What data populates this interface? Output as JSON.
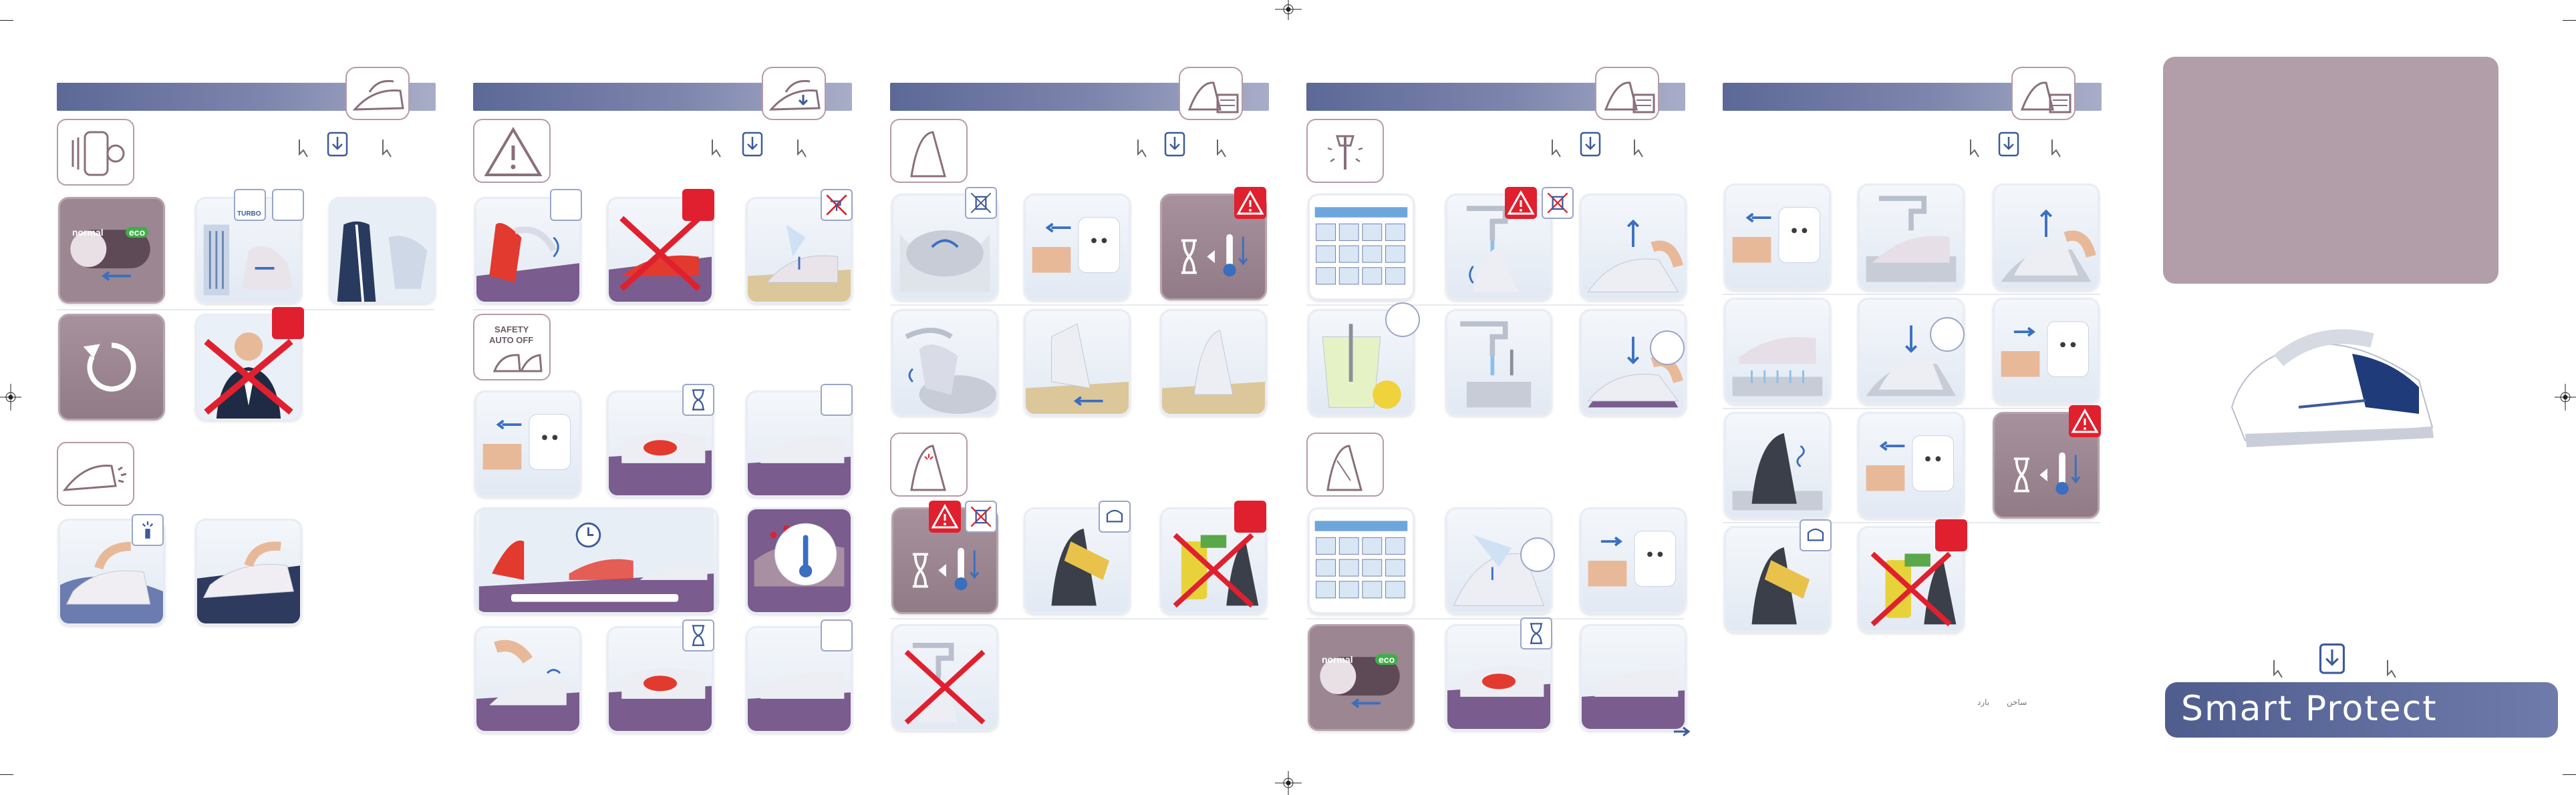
{
  "brand": {
    "product_name": "Smart Protect"
  },
  "labels": {
    "normal": "normal",
    "eco": "eco",
    "turbo": "TURBO",
    "safety_line1": "SAFETY",
    "safety_line2": "AUTO OFF"
  },
  "footnotes": {
    "arabic_a": "ﺑﺎﺭﺩ",
    "arabic_b": "ﺳﺎﺧﻦ"
  },
  "colors": {
    "band": "#6b76a3",
    "mauve": "#a7919c",
    "warning_red": "#e0202e",
    "cover": "#b29ea9"
  }
}
